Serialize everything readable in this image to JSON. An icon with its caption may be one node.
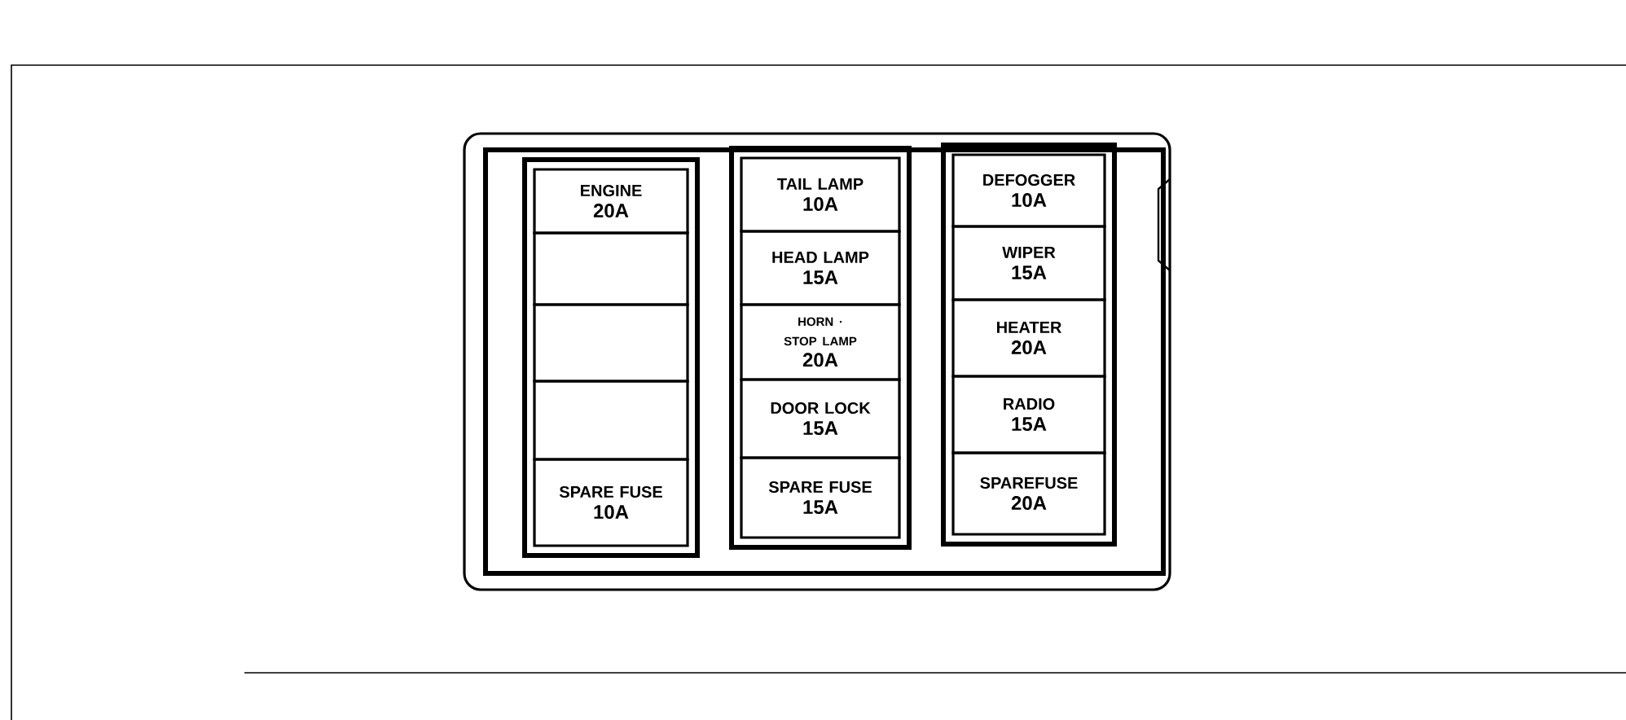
{
  "diagram": {
    "nodes": [
      {
        "text": [],
        "shape": "box"
      },
      {
        "text": [],
        "shape": "box",
        "in": 0
      },
      {
        "text": [
          "ENGINE",
          "20A"
        ],
        "in": 1
      },
      {
        "text": [],
        "shape": "box",
        "in": 1
      },
      {
        "text": [],
        "shape": "box",
        "in": 1
      },
      {
        "text": [],
        "shape": "box",
        "in": 1
      },
      {
        "text": [
          "SPARE FUSE",
          "10A"
        ],
        "in": 1
      },
      {
        "text": [],
        "shape": "box",
        "in": 0
      },
      {
        "text": [
          "TAIL LAMP",
          "10A"
        ],
        "in": 7
      },
      {
        "text": [
          "HEAD LAMP",
          "15A"
        ],
        "in": 7
      },
      {
        "text": [
          "HORN · STOP LAMP",
          "20A"
        ],
        "in": 7
      },
      {
        "text": [
          "DOOR LOCK",
          "15A"
        ],
        "in": 7
      },
      {
        "text": [
          "SPARE FUSE",
          "15A"
        ],
        "in": 7
      },
      {
        "text": [],
        "shape": "box",
        "in": 0
      },
      {
        "text": [
          "DEFOGGER",
          "10A"
        ],
        "in": 13
      },
      {
        "text": [
          "WIPER",
          "15A"
        ],
        "in": 13
      },
      {
        "text": [
          "HEATER",
          "20A"
        ],
        "in": 13
      },
      {
        "text": [
          "RADIO",
          "15A"
        ],
        "in": 13
      },
      {
        "text": [
          "SPAREFUSE",
          "20A"
        ],
        "in": 13
      }
    ]
  }
}
